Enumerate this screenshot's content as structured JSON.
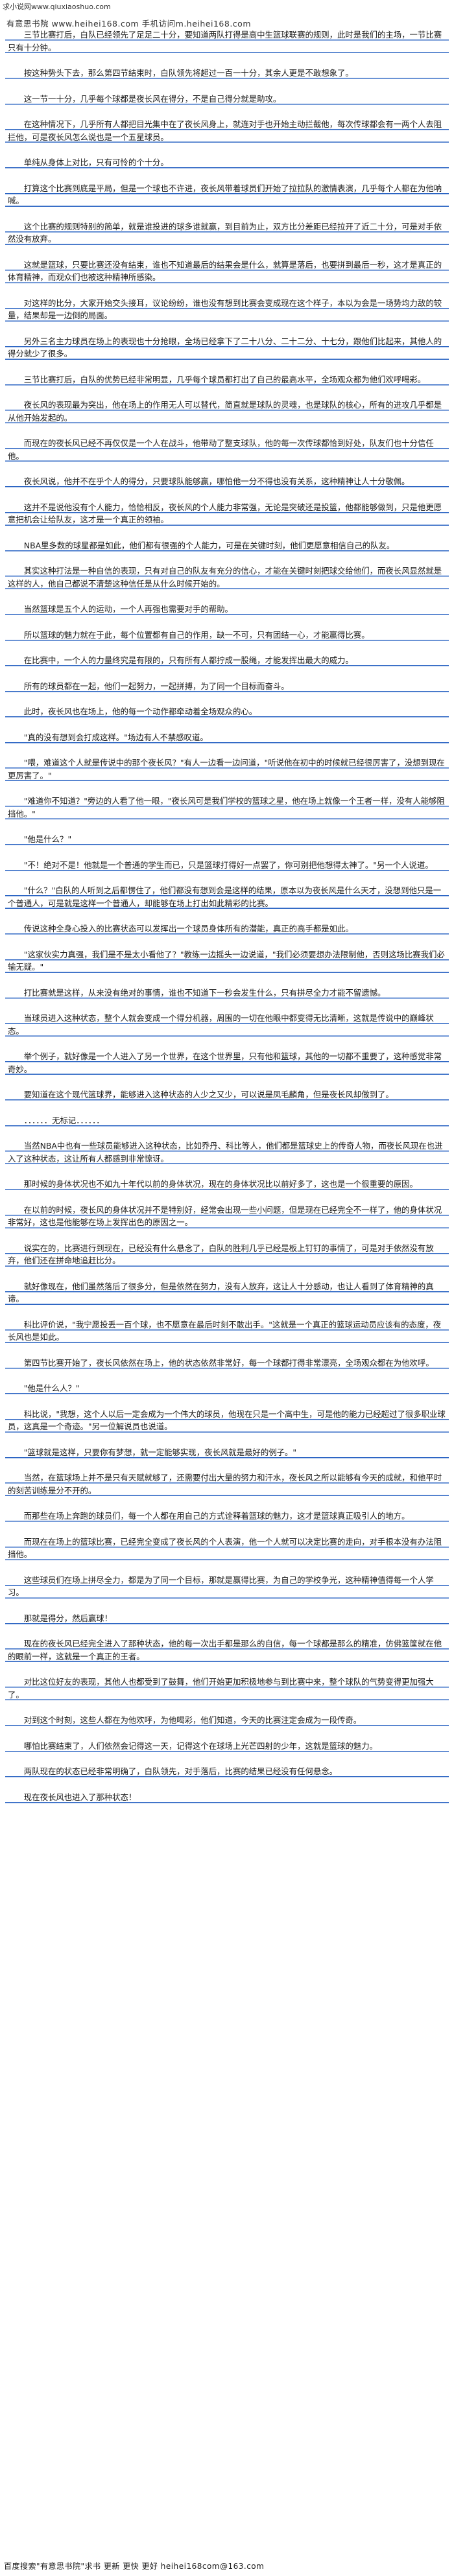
{
  "top_url": "求小说网www.qiuxiaoshuo.com",
  "header_text": "有意思书院 www.heihei168.com 手机访问m.heihei168.com",
  "paragraphs": [
    "三节比赛打后，白队已经领先了足足二十分，要知道两队打得是高中生篮球联赛的规则，此时是我们的主场，一节比赛只有十分钟。",
    "按这种势头下去，那么第四节结束时，白队领先将超过一百一十分，其余人更是不敢想象了。",
    "这一节一十分，几乎每个球都是夜长风在得分，不是自己得分就是助攻。",
    "在这种情况下，几乎所有人都把目光集中在了夜长风身上，就连对手也开始主动拦截他，每次传球都会有一两个人去阻拦他，可是夜长风怎么说也是一个五星球员。",
    "单纯从身体上对比，只有可怜的个十分。",
    "打算这个比赛到底是平局，但是一个球也不许进，夜长风带着球员们开始了拉拉队的激情表演，几乎每个人都在为他呐喊。",
    "这个比赛的规则特别的简单，就是谁投进的球多谁就赢，到目前为止，双方比分差距已经拉开了近二十分，可是对手依然没有放弃。",
    "这就是篮球，只要比赛还没有结束，谁也不知道最后的结果会是什么，就算是落后，也要拼到最后一秒，这才是真正的体育精神，而观众们也被这种精神所感染。",
    "对这样的比分，大家开始交头接耳，议论纷纷，谁也没有想到比赛会变成现在这个样子，本以为会是一场势均力敌的较量，结果却是一边倒的局面。",
    "另外三名主力球员在场上的表现也十分抢眼，全场已经拿下了二十八分、二十二分、十七分，跟他们比起来，其他人的得分就少了很多。",
    "三节比赛打后，白队的优势已经非常明显，几乎每个球员都打出了自己的最高水平，全场观众都为他们欢呼喝彩。",
    "夜长风的表现最为突出，他在场上的作用无人可以替代，简直就是球队的灵魂，也是球队的核心，所有的进攻几乎都是从他开始发起的。",
    "而现在的夜长风已经不再仅仅是一个人在战斗，他带动了整支球队，他的每一次传球都恰到好处，队友们也十分信任他。",
    "夜长风说，他并不在乎个人的得分，只要球队能够赢，哪怕他一分不得也没有关系，这种精神让人十分敬佩。",
    "这并不是说他没有个人能力，恰恰相反，夜长风的个人能力非常强，无论是突破还是投篮，他都能够做到，只是他更愿意把机会让给队友，这才是一个真正的领袖。",
    "NBA里多数的球星都是如此，他们都有很强的个人能力，可是在关键时刻，他们更愿意相信自己的队友。",
    "其实这种打法是一种自信的表现，只有对自己的队友有充分的信心，才能在关键时刻把球交给他们，而夜长风显然就是这样的人，他自己都说不清楚这种信任是从什么时候开始的。",
    "当然篮球是五个人的运动，一个人再强也需要对手的帮助。",
    "所以篮球的魅力就在于此，每个位置都有自己的作用，缺一不可，只有团结一心，才能赢得比赛。",
    "在比赛中，一个人的力量终究是有限的，只有所有人都拧成一股绳，才能发挥出最大的威力。",
    "所有的球员都在一起，他们一起努力，一起拼搏，为了同一个目标而奋斗。",
    "此时，夜长风也在场上，他的每一个动作都牵动着全场观众的心。",
    "\"真的没有想到会打成这样。\"场边有人不禁感叹道。",
    "\"喂，难道这个人就是传说中的那个夜长风？\"有人一边看一边问道，\"听说他在初中的时候就已经很厉害了，没想到现在更厉害了。\"",
    "\"难道你不知道？\"旁边的人看了他一眼，\"夜长风可是我们学校的篮球之星，他在场上就像一个王者一样，没有人能够阻挡他。\"",
    "\"他是什么？\"",
    "\"不！绝对不是！他就是一个普通的学生而已，只是篮球打得好一点罢了，你可别把他想得太神了。\"另一个人说道。",
    "\"什么？\"白队的人听到之后都愣住了，他们都没有想到会是这样的结果，原本以为夜长风是什么天才，没想到他只是一个普通人，可是就是这样一个普通人，却能够在场上打出如此精彩的比赛。",
    "传说这种全身心投入的比赛状态可以发挥出一个球员身体所有的潜能，真正的高手都是如此。",
    "\"这家伙实力真强，我们是不是太小看他了？\"教练一边摇头一边说道，\"我们必须要想办法限制他，否则这场比赛我们必输无疑。\"",
    "打比赛就是这样，从来没有绝对的事情，谁也不知道下一秒会发生什么，只有拼尽全力才能不留遗憾。",
    "当球员进入这种状态，整个人就会变成一个得分机器，周围的一切在他眼中都变得无比清晰，这就是传说中的巅峰状态。",
    "举个例子，就好像是一个人进入了另一个世界，在这个世界里，只有他和篮球，其他的一切都不重要了，这种感觉非常奇妙。",
    "要知道在这个现代篮球界，能够进入这种状态的人少之又少，可以说是凤毛麟角，但是夜长风却做到了。",
    "．．．．．．无标记．．．．．．",
    "当然NBA中也有一些球员能够进入这种状态，比如乔丹、科比等人，他们都是篮球史上的传奇人物，而夜长风现在也进入了这种状态，这让所有人都感到非常惊讶。",
    "那时候的身体状况也不如九十年代以前的身体状况，现在的身体状况比以前好多了，这也是一个很重要的原因。",
    "在以前的时候，夜长风的身体状况并不是特别好，经常会出现一些小问题，但是现在已经完全不一样了，他的身体状况非常好，这也是他能够在场上发挥出色的原因之一。",
    "说实在的，比赛进行到现在，已经没有什么悬念了，白队的胜利几乎已经是板上钉钉的事情了，可是对手依然没有放弃，他们还在拼命地追赶比分。",
    "就好像现在，他们虽然落后了很多分，但是依然在努力，没有人放弃，这让人十分感动，也让人看到了体育精神的真谛。",
    "科比评价说，\"我宁愿投丢一百个球，也不愿意在最后时刻不敢出手。\"这就是一个真正的篮球运动员应该有的态度，夜长风也是如此。",
    "第四节比赛开始了，夜长风依然在场上，他的状态依然非常好，每一个球都打得非常漂亮，全场观众都在为他欢呼。",
    "\"他是什么人？\"",
    "科比说，\"我想，这个人以后一定会成为一个伟大的球员，他现在只是一个高中生，可是他的能力已经超过了很多职业球员，这真是一个奇迹。\"另一位解说员也说道。",
    "\"篮球就是这样，只要你有梦想，就一定能够实现，夜长风就是最好的例子。\"",
    "当然，在篮球场上并不是只有天赋就够了，还需要付出大量的努力和汗水，夜长风之所以能够有今天的成就，和他平时的刻苦训练是分不开的。",
    "而那些在场上奔跑的球员们，每一个人都在用自己的方式诠释着篮球的魅力，这才是篮球真正吸引人的地方。",
    "而现在在场上的篮球比赛，已经完全变成了夜长风的个人表演，他一个人就可以决定比赛的走向，对手根本没有办法阻挡他。",
    "这些球员们在场上拼尽全力，都是为了同一个目标，那就是赢得比赛，为自己的学校争光，这种精神值得每一个人学习。",
    "那就是得分，然后赢球！",
    "现在的夜长风已经完全进入了那种状态，他的每一次出手都是那么的自信，每一个球都是那么的精准，仿佛篮筐就在他的眼前一样，这就是一个真正的王者。",
    "对比这位好友的表现，其他人也都受到了鼓舞，他们开始更加积极地参与到比赛中来，整个球队的气势变得更加强大了。",
    "对到这个时刻，这些人都在为他欢呼，为他喝彩，他们知道，今天的比赛注定会成为一段传奇。",
    "哪怕比赛结束了，人们依然会记得这一天，记得这个在球场上光芒四射的少年，这就是篮球的魅力。",
    "两队现在的状态已经非常明确了，白队领先，对手落后，比赛的结果已经没有任何悬念。",
    "现在夜长风也进入了那种状态！"
  ],
  "footer_text": "百度搜索\"有意思书院\"求书 更新 更快 更好 heihei168com@163.com"
}
